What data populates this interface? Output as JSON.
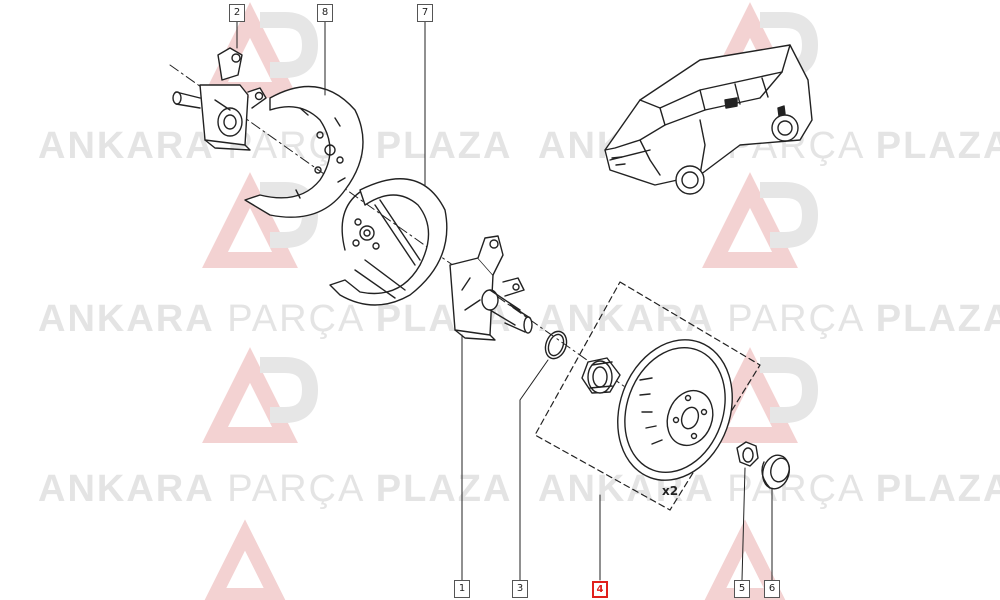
{
  "watermark": {
    "brand_left": "ANKARA",
    "brand_mid": "PARÇA",
    "brand_right": "PLAZA",
    "logo_letters": "AP"
  },
  "callouts": [
    "1",
    "2",
    "3",
    "4",
    "5",
    "6",
    "7",
    "8"
  ],
  "highlighted_callout": "4",
  "disc_label": "x2",
  "colors": {
    "line": "#222222",
    "highlight": "#e0201c",
    "watermark": "#e4e4e4",
    "logo_red": "#f3d2d2",
    "logo_gray": "#e6e6e6"
  }
}
